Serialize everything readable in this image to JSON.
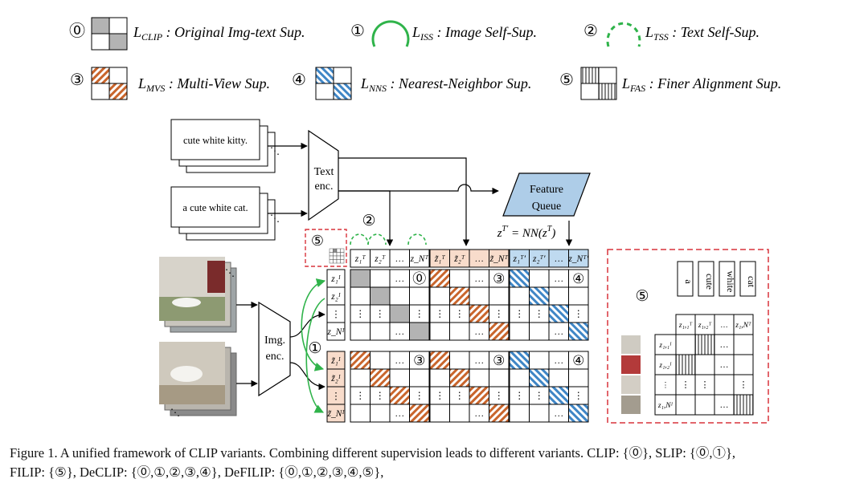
{
  "legend": [
    {
      "num": "⓪",
      "sym": "L",
      "sub": "CLIP",
      "desc": " : Original Img-text Sup."
    },
    {
      "num": "①",
      "sym": "L",
      "sub": "ISS",
      "desc": " : Image Self-Sup."
    },
    {
      "num": "②",
      "sym": "L",
      "sub": "TSS",
      "desc": " : Text Self-Sup."
    },
    {
      "num": "③",
      "sym": "L",
      "sub": "MVS",
      "desc": " : Multi-View Sup."
    },
    {
      "num": "④",
      "sym": "L",
      "sub": "NNS",
      "desc": " : Nearest-Neighbor Sup."
    },
    {
      "num": "⑤",
      "sym": "L",
      "sub": "FAS",
      "desc": " : Finer Alignment Sup."
    }
  ],
  "texts": [
    "cute white kitty.",
    "a cute white cat."
  ],
  "text_encoder": [
    "Text",
    "enc."
  ],
  "image_encoder": [
    "Img.",
    "enc."
  ],
  "feature_queue": [
    "Feature",
    "Queue"
  ],
  "nn_formula": "z^{T'} = NN(z^T)",
  "circle_labels": {
    "zero": "⓪",
    "one": "①",
    "two": "②",
    "three": "③",
    "four": "④",
    "five": "⑤"
  },
  "headers": {
    "zT": [
      "z₁ᵀ",
      "z₂ᵀ",
      "…",
      "z_Nᵀ"
    ],
    "zT_tilde": [
      "z̃₁ᵀ",
      "z̃₂ᵀ",
      "…",
      "z̃_Nᵀ"
    ],
    "zT_prime": [
      "z₁ᵀ′",
      "z₂ᵀ′",
      "…",
      "z_Nᵀ′"
    ],
    "zI": [
      "z₁ᴵ",
      "z₂ᴵ",
      "⋮",
      "z_Nᴵ"
    ],
    "zI_tilde": [
      "z̃₁ᴵ",
      "z̃₂ᴵ",
      "⋮",
      "z̃_Nᴵ"
    ]
  },
  "fine_grained": {
    "tokens": [
      "a",
      "cute",
      "white",
      "cat"
    ],
    "col_headers": [
      "z₁,₁ᵀ",
      "z₁,₂ᵀ",
      "…",
      "z₁,Nᵀ"
    ],
    "row_headers": [
      "z₁,₁ᴵ",
      "z₁,₂ᴵ",
      "⋮",
      "z₁,Nᴵ"
    ]
  },
  "caption": {
    "line1": "Figure 1.  A unified framework of CLIP variants. Combining different supervision leads to different variants. CLIP: {⓪}, SLIP: {⓪,①},",
    "line2": "FILIP: {⑤}, DeCLIP: {⓪,①,②,③,④}, DeFILIP: {⓪,①,②,③,④,⑤},"
  },
  "colors": {
    "gray": "#b3b3b3",
    "orange": "#c9652c",
    "blue": "#3f86c6",
    "green": "#2fb34a",
    "red": "#d9343b",
    "peach": "#f8dccb",
    "lightblue": "#bfdaf0",
    "queue": "#aecde8"
  }
}
